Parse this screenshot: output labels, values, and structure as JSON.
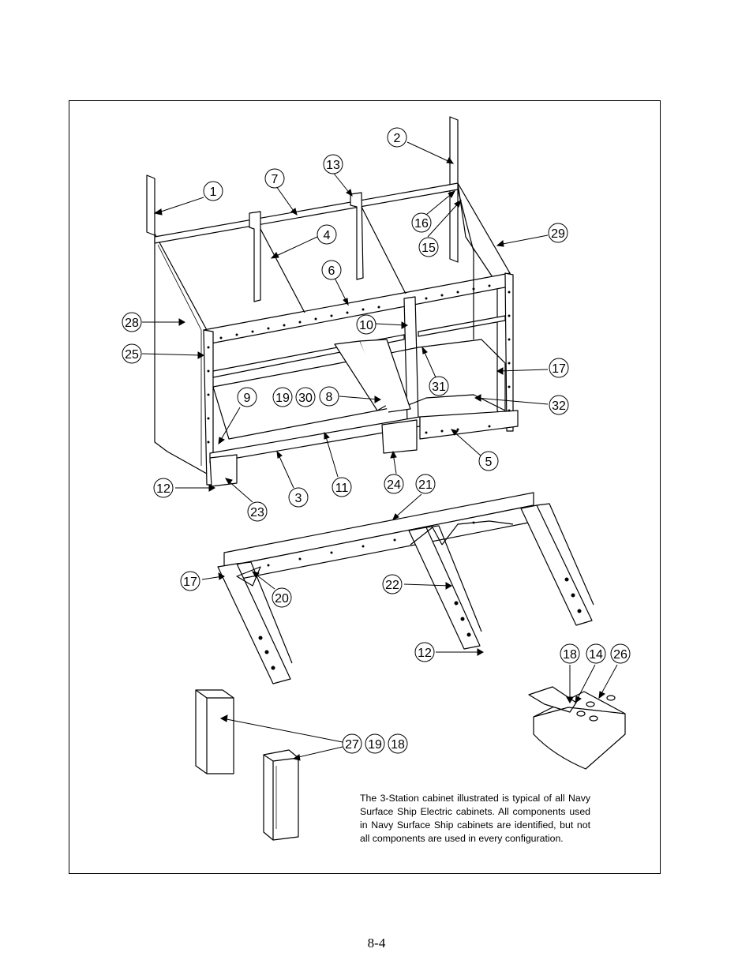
{
  "callouts": [
    "1",
    "2",
    "3",
    "4",
    "5",
    "6",
    "7",
    "8",
    "9",
    "10",
    "11",
    "12",
    "12",
    "13",
    "14",
    "15",
    "16",
    "17",
    "17",
    "18",
    "18",
    "19",
    "19",
    "20",
    "21",
    "22",
    "23",
    "24",
    "25",
    "26",
    "27",
    "28",
    "29",
    "30",
    "31",
    "32"
  ],
  "note": "The 3-Station cabinet illustrated is typical of all Navy Surface Ship Electric cabinets. All components used in Navy Surface Ship cabinets are identified, but not all components are used in every configuration.",
  "page_number": "8-4"
}
